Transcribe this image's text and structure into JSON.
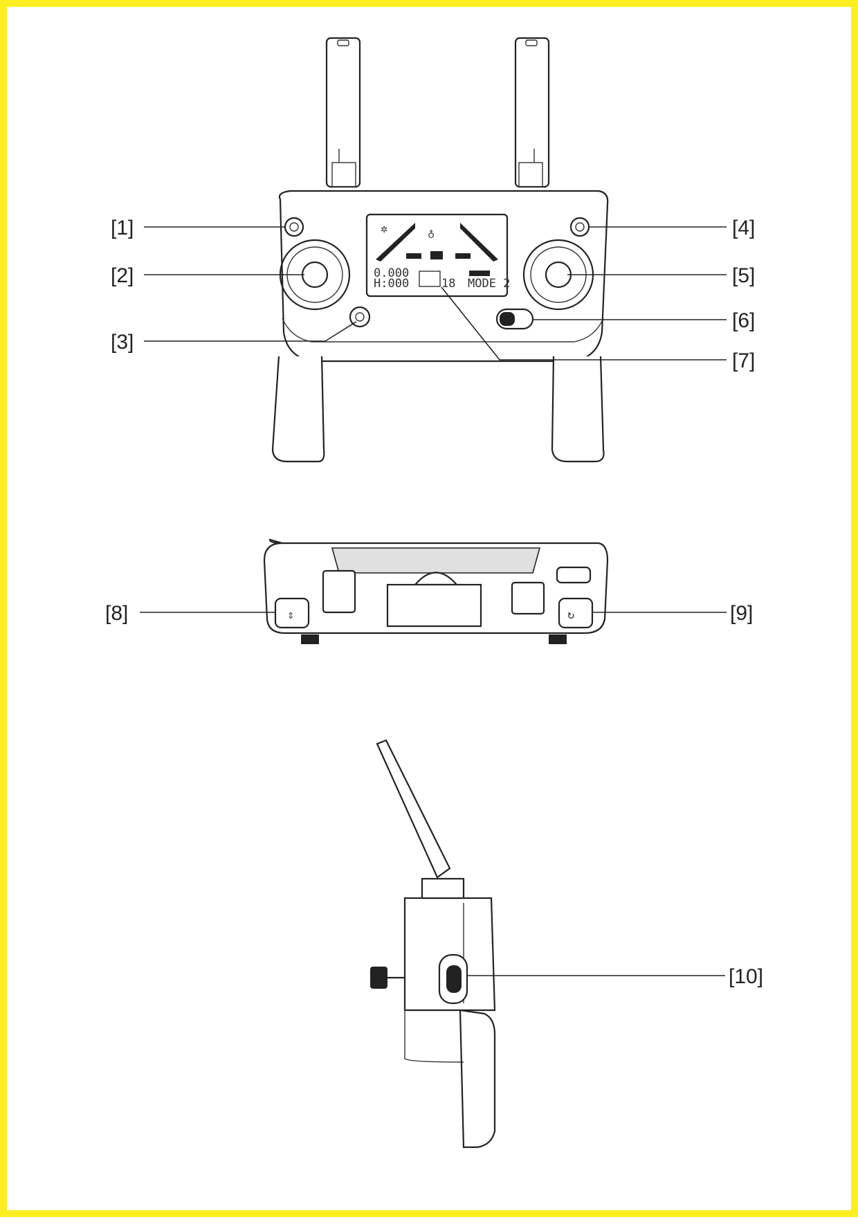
{
  "frame_color": "#fdee21",
  "line_color": "#222222",
  "callouts": [
    {
      "id": "1",
      "text": "[1]"
    },
    {
      "id": "2",
      "text": "[2]"
    },
    {
      "id": "3",
      "text": "[3]"
    },
    {
      "id": "4",
      "text": "[4]"
    },
    {
      "id": "5",
      "text": "[5]"
    },
    {
      "id": "6",
      "text": "[6]"
    },
    {
      "id": "7",
      "text": "[7]"
    },
    {
      "id": "8",
      "text": "[8]"
    },
    {
      "id": "9",
      "text": "[9]"
    },
    {
      "id": "10",
      "text": "[10]"
    }
  ],
  "lcd": {
    "line1": "0.000",
    "line2": "H:000",
    "digit": "18",
    "mode": "MODE 2"
  }
}
